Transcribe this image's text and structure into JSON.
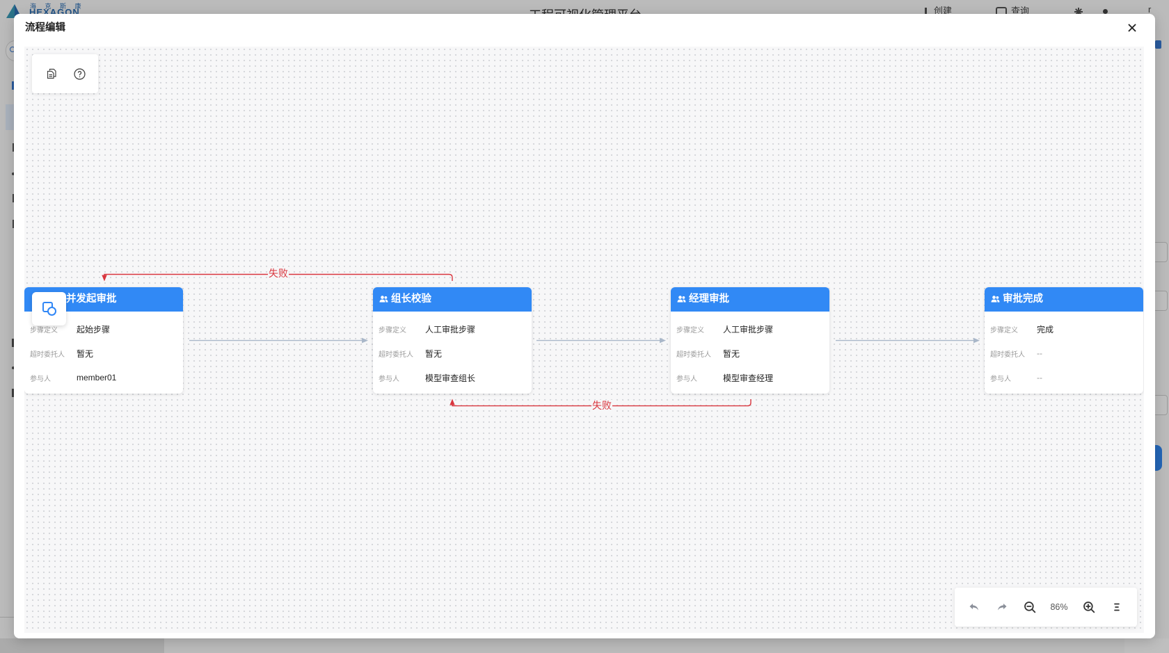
{
  "background_page": {
    "logo": {
      "cn": "海 克 斯 康",
      "en": "HEXAGON",
      "icon": "logo-mark"
    },
    "title": "工程可视化管理平台",
    "actions": [
      {
        "label": "创建",
        "icon": "pen-icon"
      },
      {
        "label": "查询",
        "icon": "inbox-icon"
      }
    ],
    "user_fragment": "r"
  },
  "modal": {
    "title": "流程编辑",
    "close_icon": "close-icon"
  },
  "toolbar": {
    "icons": [
      "copy-icon",
      "help-icon"
    ]
  },
  "floating_tool": {
    "icon": "shape-node-icon"
  },
  "nodes": [
    {
      "title": "并发起审批",
      "fields": [
        {
          "label": "步骤定义",
          "value": "起始步骤"
        },
        {
          "label": "超时委托人",
          "value": "暂无"
        },
        {
          "label": "参与人",
          "value": "member01"
        }
      ]
    },
    {
      "title": "组长校验",
      "icon": "users-icon",
      "fields": [
        {
          "label": "步骤定义",
          "value": "人工审批步骤"
        },
        {
          "label": "超时委托人",
          "value": "暂无"
        },
        {
          "label": "参与人",
          "value": "模型审查组长"
        }
      ]
    },
    {
      "title": "经理审批",
      "icon": "users-icon",
      "fields": [
        {
          "label": "步骤定义",
          "value": "人工审批步骤"
        },
        {
          "label": "超时委托人",
          "value": "暂无"
        },
        {
          "label": "参与人",
          "value": "模型审查经理"
        }
      ]
    },
    {
      "title": "审批完成",
      "icon": "users-icon",
      "fields": [
        {
          "label": "步骤定义",
          "value": "完成"
        },
        {
          "label": "超时委托人",
          "value": "--"
        },
        {
          "label": "参与人",
          "value": "--"
        }
      ]
    }
  ],
  "edges": [
    {
      "from": 0,
      "to": 1
    },
    {
      "from": 1,
      "to": 2
    },
    {
      "from": 2,
      "to": 3
    },
    {
      "from": 1,
      "to": 0,
      "label": "失败"
    },
    {
      "from": 2,
      "to": 1,
      "label": "失败"
    }
  ],
  "controls": {
    "icons": [
      "undo-icon",
      "redo-icon",
      "zoom-out-icon",
      "zoom-in-icon",
      "menu-icon"
    ]
  },
  "zoom": {
    "level": "86%"
  },
  "colors": {
    "node_header": "#3189f5",
    "fail_edge": "#d9363e",
    "edge": "#a9b7c9",
    "canvas": "#f7f7f8"
  }
}
